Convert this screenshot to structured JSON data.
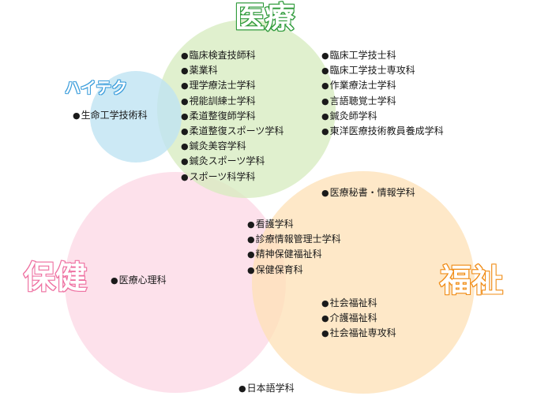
{
  "headings": {
    "iryo": "医療",
    "hitech": "ハイテク",
    "hoken": "保健",
    "fukushi": "福祉"
  },
  "colors": {
    "iryo_fill": "#d5ebbd",
    "hitech_fill": "#bfe4f3",
    "hoken_fill": "#fcd7e4",
    "fukushi_fill": "#fde0b5",
    "iryo_text": "#2e9a3a",
    "hitech_text": "#3b9ddb",
    "hoken_text": "#ee6fa0",
    "fukushi_text": "#f08c16"
  },
  "hitech_courses": [
    "生命工学技術科"
  ],
  "iryo_left_courses": [
    "臨床検査技師科",
    "薬業科",
    "理学療法士学科",
    "視能訓練士学科",
    "柔道整復師学科",
    "柔道整復スポーツ学科",
    "鍼灸美容学科",
    "鍼灸スポーツ学科",
    "スポーツ科学科"
  ],
  "iryo_right_courses": [
    "臨床工学技士科",
    "臨床工学技士専攻科",
    "作業療法士学科",
    "言語聴覚士学科",
    "鍼灸師学科",
    "東洋医療技術教員養成学科"
  ],
  "iryo_fukushi_courses": [
    "医療秘書・情報学科"
  ],
  "center_courses": [
    "看護学科",
    "診療情報管理士学科",
    "精神保健福祉科",
    "保健保育科"
  ],
  "hoken_courses": [
    "医療心理科"
  ],
  "fukushi_courses": [
    "社会福祉科",
    "介護福祉科",
    "社会福祉専攻科"
  ],
  "outside_courses": [
    "日本語学科"
  ]
}
